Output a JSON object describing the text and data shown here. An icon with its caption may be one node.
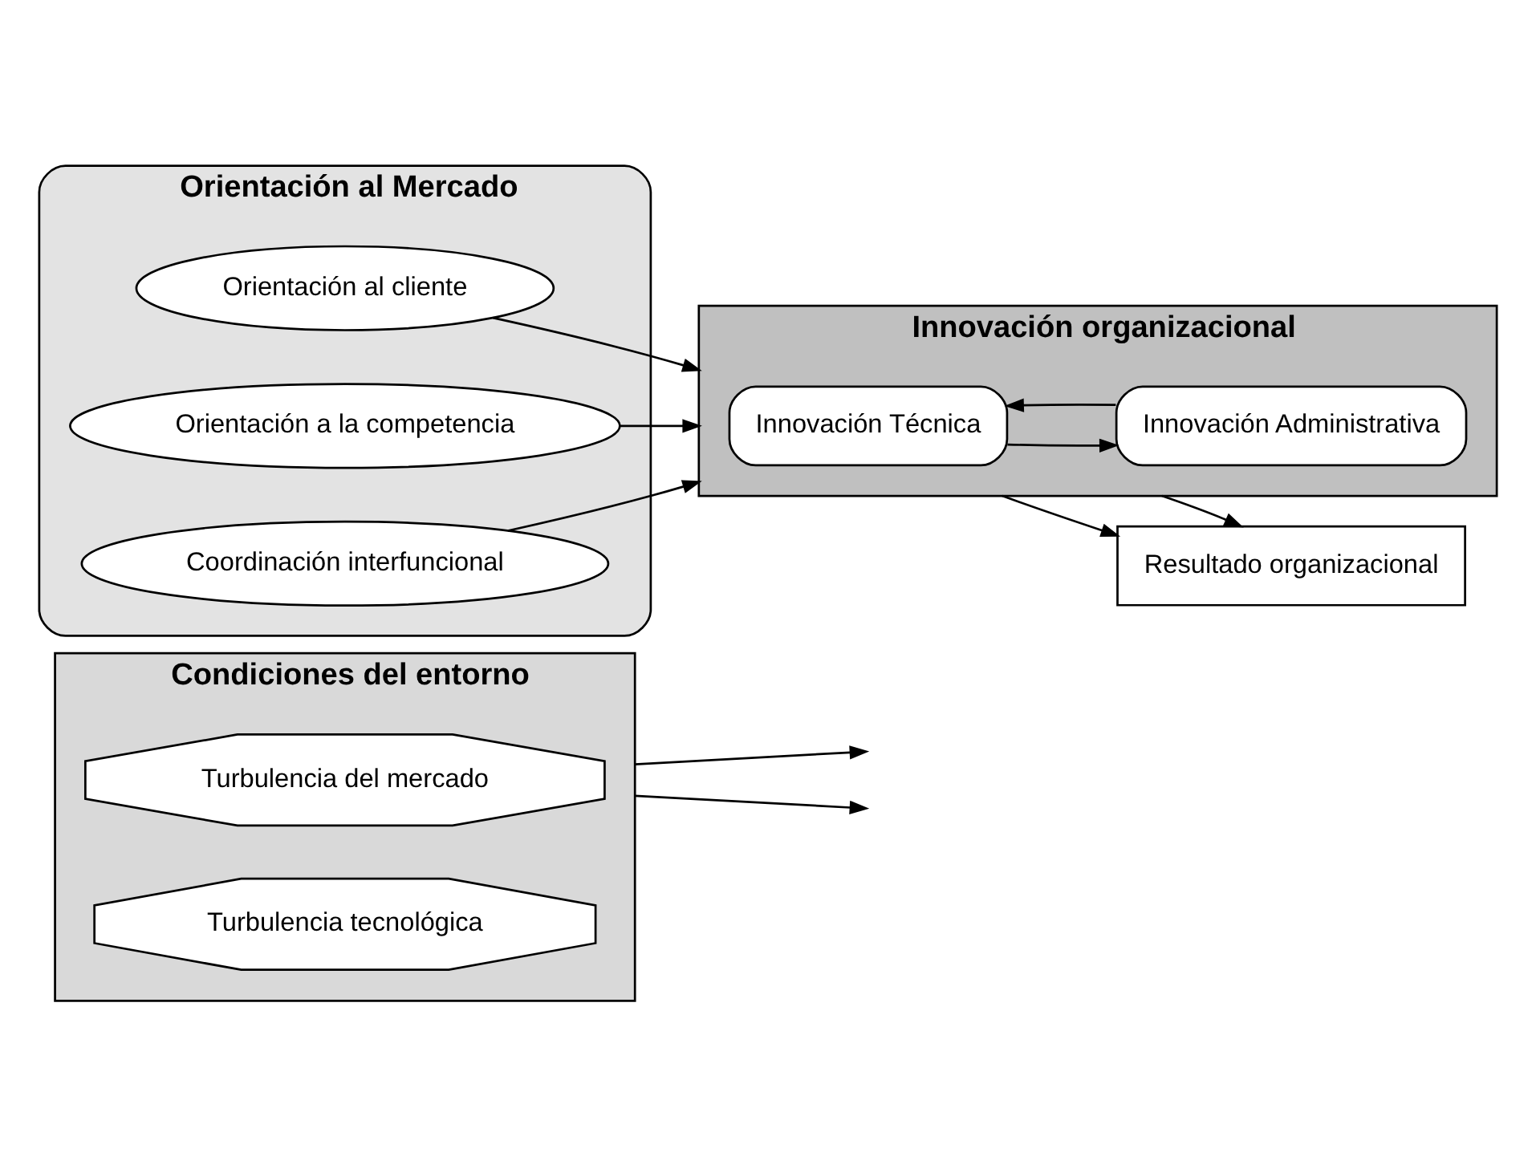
{
  "diagram": {
    "nodes": [
      {
        "text": [
          "Condiciones del entorno"
        ]
      },
      {
        "text": [
          "Turbulencia del mercado"
        ],
        "in": 0
      },
      {
        "text": [
          "Turbulencia tecnológica"
        ],
        "in": 0
      },
      {
        "text": [
          "Orientación al Mercado"
        ]
      },
      {
        "text": [
          "Orientación al cliente"
        ],
        "in": 3
      },
      {
        "text": [
          "Orientación a la competencia"
        ],
        "in": 3
      },
      {
        "text": [
          "Coordinación interfuncional"
        ],
        "in": 3
      },
      {
        "text": [
          "Innovación organizacional"
        ]
      },
      {
        "text": [
          "Innovación Técnica"
        ],
        "in": 7
      },
      {
        "text": [
          "Innovación Administrativa"
        ],
        "in": 7
      },
      {
        "text": [
          "Resultado organizacional"
        ]
      }
    ],
    "edges": [
      {
        "from": 0,
        "to": null,
        "arrow": "to"
      },
      {
        "from": 0,
        "to": null,
        "arrow": "to"
      },
      {
        "from": 4,
        "to": 7,
        "arrow": "to"
      },
      {
        "from": 5,
        "to": 7,
        "arrow": "to"
      },
      {
        "from": 6,
        "to": 7,
        "arrow": "to"
      },
      {
        "from": 8,
        "to": 9,
        "arrow": "to"
      },
      {
        "from": 9,
        "to": 8,
        "arrow": "to"
      },
      {
        "from": 7,
        "to": 10,
        "arrow": "to"
      },
      {
        "from": 7,
        "to": 10,
        "arrow": "to"
      }
    ]
  }
}
